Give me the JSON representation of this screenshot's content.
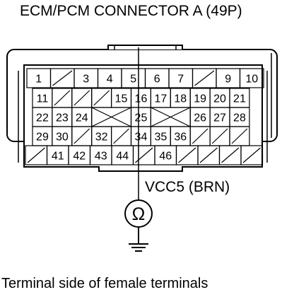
{
  "title": "ECM/PCM CONNECTOR A (49P)",
  "footer": "Terminal side of female terminals",
  "probe_label": "VCC5 (BRN)",
  "meter_symbol": "Ω",
  "connector": {
    "rows": [
      [
        "1",
        "",
        "3",
        "4",
        "5",
        "6",
        "7",
        "",
        "9",
        "10"
      ],
      [
        "11",
        "",
        "",
        "",
        "15",
        "16",
        "17",
        "18",
        "19",
        "20",
        "21"
      ],
      [
        "22",
        "23",
        "24",
        "",
        "",
        "25",
        "",
        "",
        "26",
        "27",
        "28"
      ],
      [
        "29",
        "30",
        "",
        "32",
        "",
        "34",
        "35",
        "36",
        "",
        "",
        ""
      ],
      [
        "",
        "41",
        "42",
        "43",
        "44",
        "",
        "46",
        "",
        "",
        "",
        ""
      ]
    ],
    "probed_terminal": "34"
  }
}
